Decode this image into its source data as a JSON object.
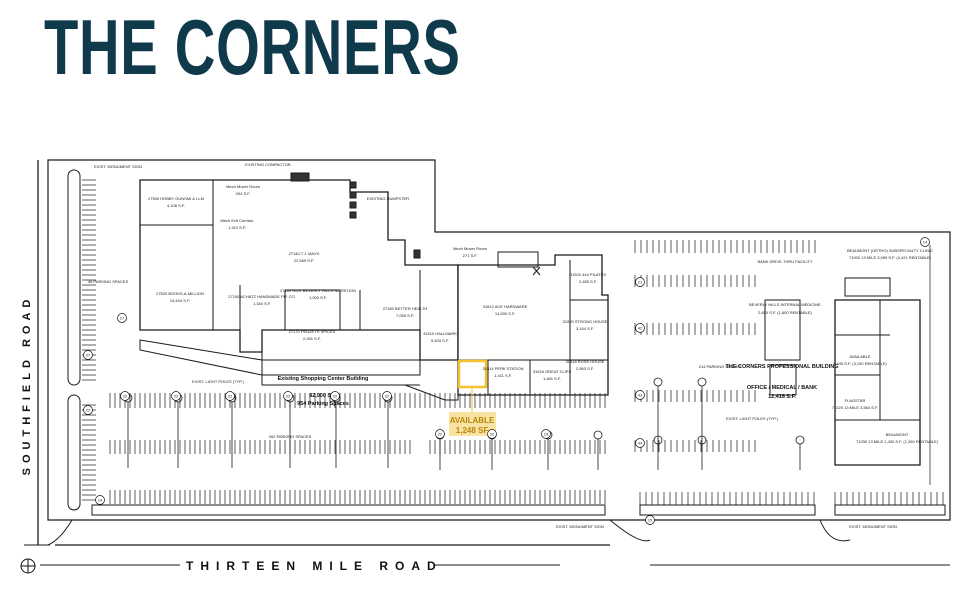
{
  "title": "THE CORNERS",
  "roads": {
    "left": "SOUTHFIELD ROAD",
    "bottom": "THIRTEEN MILE ROAD"
  },
  "colors": {
    "title": "#0e3a4b",
    "available": "#f2c230",
    "linework": "#1a1a1a"
  },
  "notes": {
    "compactor": "EXISTING COMPACTOR",
    "dumpster": "EXISTING DUMPSTER",
    "pylon_top": "EXIST. MONUMENT SIGN",
    "pylon_left_bottom": "EXIST. MONUMENT SIGN",
    "pylon_right_bottom": "EXIST. MONUMENT SIGN",
    "light_poles_left": "EXIST. LIGHT POLES (TYP.)",
    "light_poles_right": "EXIST. LIGHT POLES (TYP.)",
    "parking_left_spaces": "46 PARKING SPACES",
    "parking_main": "262 PARKING SPACES",
    "parking_right": "214 PARKING SPACES",
    "bank_drive": "BANK DRIVE-THRU FACILITY",
    "existing_building": "Existing Shopping Center Building",
    "existing_building_area": "82,000 S.F.",
    "existing_building_parking": "954 Parking Spaces",
    "new_building": "THE CORNERS PROFESSIONAL BUILDING",
    "new_building_use": "OFFICE / MEDICAL / BANK",
    "new_building_area": "12,418 S.F.",
    "mech_room_1": "Mech Mover Room",
    "mech_room_1_area": "294 S.F.",
    "mech_room_2": "Mech Mover Room",
    "mech_room_2_area": "271 S.F.",
    "exit_corridor": "Mech Exit Corridor",
    "exit_corridor_area": "1,310 S.F.",
    "beverly_internal": "BEVERLY HILLS INTERNAL MEDICINE",
    "beverly_internal_detail": "2,650 S.F. (1,600 RENTABLE)"
  },
  "tenants": [
    {
      "name": "27500 HOBBY GUNSMI & LLM",
      "area": "4,108 S.F."
    },
    {
      "name": "27140 T.J. MAXX",
      "area": "22,569 S.F."
    },
    {
      "name": "27520 BOOKS-A-MILLION",
      "area": "14,404 S.F."
    },
    {
      "name": "27150 ACHATZ HANDMADE PIE CO.",
      "area": "1,340 S.F."
    },
    {
      "name": "27160 GUS' BEVERLY HILLS NUTRITION",
      "area": "1,000 S.F."
    },
    {
      "name": "27170 PENZEYS SPICES",
      "area": "2,261 S.F."
    },
    {
      "name": "27180 BETTER HEALTH",
      "area": "7,059 S.F."
    },
    {
      "name": "31510 HALLMARK",
      "area": "9,403 S.F."
    },
    {
      "name": "31512 ACE HARDWARE",
      "area": "14,900 S.F."
    },
    {
      "name": "31514 PERK STATION",
      "area": "1,411 S.F."
    },
    {
      "name": "31516 GREAT CLIPS",
      "area": "1,461 S.F."
    },
    {
      "name": "31518 ROSE HOUSE",
      "area": "2,563 S.F."
    },
    {
      "name": "31520 STRONG HOUSE",
      "area": "3,164 S.F."
    },
    {
      "name": "31522 444 PILATES",
      "area": "2,455 S.F."
    },
    {
      "name": "BEAUMONT (ORTHO) SUBSPECIALTY CLINIC",
      "area": "71000 13 MILE 3,059 S.F. (4,421 RENTABLE)"
    },
    {
      "name": "AVAILABLE",
      "area": "3,545 S.F. (3,150 RENTABLE)"
    },
    {
      "name": "FLAGSTAR",
      "area": "71020 13 MILE 3,564 S.F."
    },
    {
      "name": "BEAUMONT",
      "area": "71030 13 MILE 1,430 S.F. (1,260 RENTABLE)"
    }
  ],
  "available": {
    "label": "AVAILABLE",
    "area": "1,248 SF"
  },
  "counts": [
    "22",
    "22",
    "22",
    "22",
    "22",
    "22",
    "22",
    "22",
    "19",
    "27",
    "27",
    "22",
    "14",
    "15",
    "21",
    "42",
    "43",
    "44",
    "14"
  ]
}
